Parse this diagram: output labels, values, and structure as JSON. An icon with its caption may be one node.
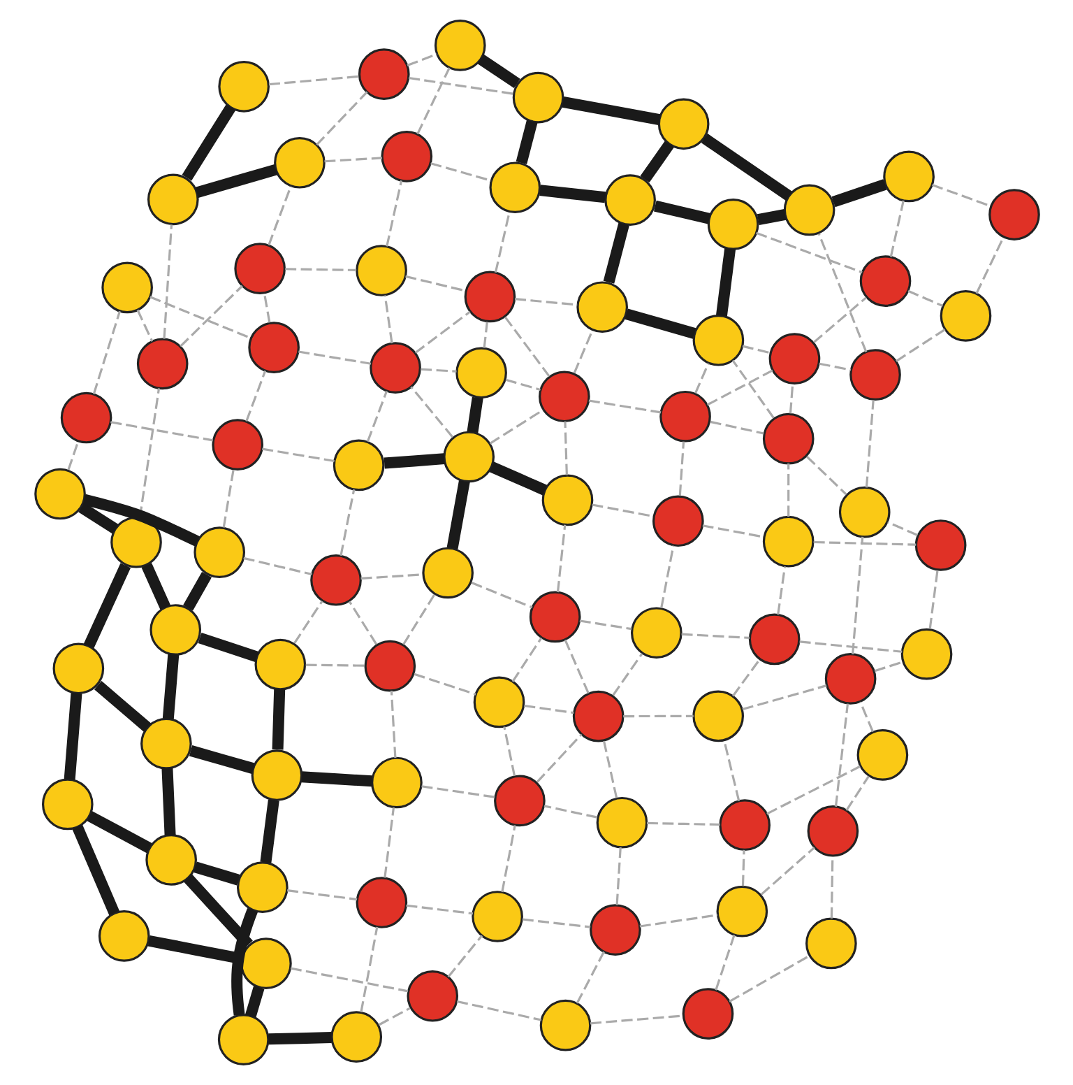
{
  "diagram": {
    "nodes": [
      {
        "text": [],
        "shape": "circle"
      },
      {
        "text": [],
        "shape": "circle"
      },
      {
        "text": [],
        "shape": "circle"
      },
      {
        "text": [],
        "shape": "circle"
      },
      {
        "text": [],
        "shape": "circle"
      },
      {
        "text": [],
        "shape": "circle"
      },
      {
        "text": [],
        "shape": "circle"
      },
      {
        "text": [],
        "shape": "circle"
      },
      {
        "text": [],
        "shape": "circle"
      },
      {
        "text": [],
        "shape": "circle"
      },
      {
        "text": [],
        "shape": "circle"
      },
      {
        "text": [],
        "shape": "circle"
      },
      {
        "text": [],
        "shape": "circle"
      },
      {
        "text": [],
        "shape": "circle"
      },
      {
        "text": [],
        "shape": "circle"
      },
      {
        "text": [],
        "shape": "circle"
      },
      {
        "text": [],
        "shape": "circle"
      },
      {
        "text": [],
        "shape": "circle"
      },
      {
        "text": [],
        "shape": "circle"
      },
      {
        "text": [],
        "shape": "circle"
      },
      {
        "text": [],
        "shape": "circle"
      },
      {
        "text": [],
        "shape": "circle"
      },
      {
        "text": [],
        "shape": "circle"
      },
      {
        "text": [],
        "shape": "circle"
      },
      {
        "text": [],
        "shape": "circle"
      },
      {
        "text": [],
        "shape": "circle"
      },
      {
        "text": [],
        "shape": "circle"
      },
      {
        "text": [],
        "shape": "circle"
      },
      {
        "text": [],
        "shape": "circle"
      },
      {
        "text": [],
        "shape": "circle"
      },
      {
        "text": [],
        "shape": "circle"
      },
      {
        "text": [],
        "shape": "circle"
      },
      {
        "text": [],
        "shape": "circle"
      },
      {
        "text": [],
        "shape": "circle"
      },
      {
        "text": [],
        "shape": "circle"
      },
      {
        "text": [],
        "shape": "circle"
      },
      {
        "text": [],
        "shape": "circle"
      },
      {
        "text": [],
        "shape": "circle"
      },
      {
        "text": [],
        "shape": "circle"
      },
      {
        "text": [],
        "shape": "circle"
      },
      {
        "text": [],
        "shape": "circle"
      },
      {
        "text": [],
        "shape": "circle"
      },
      {
        "text": [],
        "shape": "circle"
      },
      {
        "text": [],
        "shape": "circle"
      },
      {
        "text": [],
        "shape": "circle"
      },
      {
        "text": [],
        "shape": "circle"
      },
      {
        "text": [],
        "shape": "circle"
      },
      {
        "text": [],
        "shape": "circle"
      },
      {
        "text": [],
        "shape": "circle"
      },
      {
        "text": [],
        "shape": "circle"
      },
      {
        "text": [],
        "shape": "circle"
      },
      {
        "text": [],
        "shape": "circle"
      },
      {
        "text": [],
        "shape": "circle"
      },
      {
        "text": [],
        "shape": "circle"
      },
      {
        "text": [],
        "shape": "circle"
      },
      {
        "text": [],
        "shape": "circle"
      },
      {
        "text": [],
        "shape": "circle"
      },
      {
        "text": [],
        "shape": "circle"
      },
      {
        "text": [],
        "shape": "circle"
      },
      {
        "text": [],
        "shape": "circle"
      },
      {
        "text": [],
        "shape": "circle"
      },
      {
        "text": [],
        "shape": "circle"
      },
      {
        "text": [],
        "shape": "circle"
      },
      {
        "text": [],
        "shape": "circle"
      },
      {
        "text": [],
        "shape": "circle"
      },
      {
        "text": [],
        "shape": "circle"
      },
      {
        "text": [],
        "shape": "circle"
      },
      {
        "text": [],
        "shape": "circle"
      },
      {
        "text": [],
        "shape": "circle"
      },
      {
        "text": [],
        "shape": "circle"
      },
      {
        "text": [],
        "shape": "circle"
      },
      {
        "text": [],
        "shape": "circle"
      },
      {
        "text": [],
        "shape": "circle"
      },
      {
        "text": [],
        "shape": "circle"
      },
      {
        "text": [],
        "shape": "circle"
      },
      {
        "text": [],
        "shape": "circle"
      },
      {
        "text": [],
        "shape": "circle"
      },
      {
        "text": [],
        "shape": "circle"
      },
      {
        "text": [],
        "shape": "circle"
      },
      {
        "text": [],
        "shape": "circle"
      }
    ],
    "edges": [
      {
        "from": 0,
        "to": 1,
        "arrow": "none",
        "style": "thick",
        "color": "#1a1a1a"
      },
      {
        "from": 1,
        "to": 2,
        "arrow": "none",
        "style": "thick",
        "color": "#1a1a1a"
      },
      {
        "from": 2,
        "to": 3,
        "arrow": "none",
        "style": "thick",
        "color": "#1a1a1a"
      },
      {
        "from": 3,
        "to": 4,
        "arrow": "none",
        "style": "dashed"
      },
      {
        "from": 4,
        "to": 5,
        "arrow": "none",
        "style": "dashed"
      },
      {
        "from": 5,
        "to": 6,
        "arrow": "none",
        "style": "dashed"
      },
      {
        "from": 6,
        "to": 7,
        "arrow": "none",
        "style": "dashed"
      },
      {
        "from": 1,
        "to": 4,
        "arrow": "none",
        "style": "dashed"
      },
      {
        "from": 0,
        "to": 8,
        "arrow": "none",
        "style": "thick",
        "color": "#1a1a1a"
      },
      {
        "from": 1,
        "to": 9,
        "arrow": "none",
        "style": "thick",
        "color": "#1a1a1a"
      },
      {
        "from": 2,
        "to": 10,
        "arrow": "none",
        "style": "thick",
        "color": "#1a1a1a"
      },
      {
        "from": 3,
        "to": 11,
        "arrow": "none",
        "style": "dashed"
      },
      {
        "from": 4,
        "to": 12,
        "arrow": "none",
        "style": "dashed"
      },
      {
        "from": 5,
        "to": 13,
        "arrow": "none",
        "style": "dashed"
      },
      {
        "from": 6,
        "to": 14,
        "arrow": "none",
        "style": "dashed"
      },
      {
        "from": 7,
        "to": 15,
        "arrow": "none",
        "style": "dashed"
      },
      {
        "from": 8,
        "to": 9,
        "arrow": "none",
        "style": "thick",
        "color": "#1a1a1a"
      },
      {
        "from": 9,
        "to": 10,
        "arrow": "none",
        "style": "thick",
        "color": "#1a1a1a"
      },
      {
        "from": 10,
        "to": 11,
        "arrow": "none",
        "style": "dashed"
      },
      {
        "from": 11,
        "to": 12,
        "arrow": "none",
        "style": "dashed"
      },
      {
        "from": 12,
        "to": 13,
        "arrow": "none",
        "style": "dashed"
      },
      {
        "from": 13,
        "to": 14,
        "arrow": "none",
        "style": "dashed"
      },
      {
        "from": 14,
        "to": 15,
        "arrow": "none",
        "style": "dashed"
      },
      {
        "from": 13,
        "to": 16,
        "arrow": "none",
        "style": "dashed"
      },
      {
        "from": 14,
        "to": 17,
        "arrow": "none",
        "style": "dashed"
      },
      {
        "from": 15,
        "to": 18,
        "arrow": "none",
        "style": "dashed"
      },
      {
        "from": 15,
        "to": 31,
        "arrow": "none",
        "style": "dashed"
      },
      {
        "from": 16,
        "to": 17,
        "arrow": "none",
        "style": "dashed"
      },
      {
        "from": 17,
        "to": 18,
        "arrow": "none",
        "style": "dashed"
      },
      {
        "from": 16,
        "to": 23,
        "arrow": "none",
        "style": "dashed"
      },
      {
        "from": 8,
        "to": 19,
        "arrow": "none",
        "style": "thick",
        "color": "#1a1a1a"
      },
      {
        "from": 9,
        "to": 20,
        "arrow": "none",
        "style": "thick",
        "color": "#1a1a1a"
      },
      {
        "from": 10,
        "to": 21,
        "arrow": "none",
        "style": "thick",
        "color": "#1a1a1a"
      },
      {
        "from": 11,
        "to": 22,
        "arrow": "none",
        "style": "dashed"
      },
      {
        "from": 12,
        "to": 23,
        "arrow": "none",
        "style": "dashed"
      },
      {
        "from": 19,
        "to": 20,
        "arrow": "none",
        "style": "thick",
        "color": "#1a1a1a"
      },
      {
        "from": 20,
        "to": 21,
        "arrow": "none",
        "style": "thick",
        "color": "#1a1a1a"
      },
      {
        "from": 21,
        "to": 22,
        "arrow": "none",
        "style": "thick",
        "color": "#1a1a1a"
      },
      {
        "from": 22,
        "to": 23,
        "arrow": "none",
        "style": "dashed"
      },
      {
        "from": 19,
        "to": 24,
        "arrow": "none",
        "style": "thick",
        "color": "#1a1a1a"
      },
      {
        "from": 20,
        "to": 25,
        "arrow": "none",
        "style": "thick",
        "color": "#1a1a1a"
      },
      {
        "from": 21,
        "to": 26,
        "arrow": "none",
        "style": "thick",
        "color": "#1a1a1a"
      },
      {
        "from": 22,
        "to": 27,
        "arrow": "none",
        "style": "dashed"
      },
      {
        "from": 23,
        "to": 28,
        "arrow": "none",
        "style": "dashed"
      },
      {
        "from": 23,
        "to": 29,
        "arrow": "none",
        "style": "dashed"
      },
      {
        "from": 16,
        "to": 29,
        "arrow": "none",
        "style": "dashed"
      },
      {
        "from": 17,
        "to": 30,
        "arrow": "none",
        "style": "dashed"
      },
      {
        "from": 18,
        "to": 31,
        "arrow": "none",
        "style": "dashed"
      },
      {
        "from": 24,
        "to": 25,
        "arrow": "none",
        "style": "thick",
        "color": "#1a1a1a"
      },
      {
        "from": 25,
        "to": 26,
        "arrow": "none",
        "style": "thick",
        "color": "#1a1a1a"
      },
      {
        "from": 26,
        "to": 27,
        "arrow": "none",
        "style": "dashed"
      },
      {
        "from": 27,
        "to": 28,
        "arrow": "none",
        "style": "dashed"
      },
      {
        "from": 28,
        "to": 29,
        "arrow": "none",
        "style": "dashed"
      },
      {
        "from": 29,
        "to": 30,
        "arrow": "none",
        "style": "dashed"
      },
      {
        "from": 30,
        "to": 31,
        "arrow": "none",
        "style": "dashed"
      },
      {
        "from": 24,
        "to": 56,
        "arrow": "none",
        "style": "dashed"
      },
      {
        "from": 31,
        "to": 55,
        "arrow": "none",
        "style": "dashed"
      },
      {
        "from": 24,
        "to": 32,
        "arrow": "none",
        "style": "thick",
        "color": "#1a1a1a"
      },
      {
        "from": 25,
        "to": 33,
        "arrow": "none",
        "style": "thick",
        "color": "#1a1a1a"
      },
      {
        "from": 26,
        "to": 34,
        "arrow": "none",
        "style": "dashed"
      },
      {
        "from": 27,
        "to": 34,
        "arrow": "none",
        "style": "dashed"
      },
      {
        "from": 27,
        "to": 35,
        "arrow": "none",
        "style": "dashed"
      },
      {
        "from": 28,
        "to": 36,
        "arrow": "none",
        "style": "dashed"
      },
      {
        "from": 29,
        "to": 36,
        "arrow": "none",
        "style": "dashed"
      },
      {
        "from": 29,
        "to": 37,
        "arrow": "none",
        "style": "dashed"
      },
      {
        "from": 30,
        "to": 38,
        "arrow": "none",
        "style": "dashed"
      },
      {
        "from": 31,
        "to": 39,
        "arrow": "none",
        "style": "dashed"
      },
      {
        "from": 32,
        "to": 33,
        "arrow": "none",
        "style": "thick",
        "color": "#1a1a1a"
      },
      {
        "from": 33,
        "to": 34,
        "arrow": "none",
        "style": "dashed"
      },
      {
        "from": 34,
        "to": 35,
        "arrow": "none",
        "style": "dashed"
      },
      {
        "from": 35,
        "to": 36,
        "arrow": "none",
        "style": "dashed"
      },
      {
        "from": 36,
        "to": 37,
        "arrow": "none",
        "style": "dashed"
      },
      {
        "from": 37,
        "to": 38,
        "arrow": "none",
        "style": "dashed"
      },
      {
        "from": 38,
        "to": 39,
        "arrow": "none",
        "style": "dashed"
      },
      {
        "from": 32,
        "to": 40,
        "arrow": "none",
        "style": "dashed"
      },
      {
        "from": 33,
        "to": 41,
        "arrow": "none",
        "style": "dashed"
      },
      {
        "from": 34,
        "to": 42,
        "arrow": "none",
        "style": "dashed"
      },
      {
        "from": 35,
        "to": 43,
        "arrow": "none",
        "style": "thick",
        "color": "#1a1a1a"
      },
      {
        "from": 36,
        "to": 44,
        "arrow": "none",
        "style": "dashed"
      },
      {
        "from": 37,
        "to": 45,
        "arrow": "none",
        "style": "dashed"
      },
      {
        "from": 38,
        "to": 46,
        "arrow": "none",
        "style": "dashed"
      },
      {
        "from": 39,
        "to": 47,
        "arrow": "none",
        "style": "dashed"
      },
      {
        "from": 40,
        "to": 41,
        "arrow": "none",
        "style": "dashed"
      },
      {
        "from": 41,
        "to": 42,
        "arrow": "none",
        "style": "dashed"
      },
      {
        "from": 42,
        "to": 43,
        "arrow": "none",
        "style": "thick",
        "color": "#1a1a1a"
      },
      {
        "from": 43,
        "to": 44,
        "arrow": "none",
        "style": "thick",
        "color": "#1a1a1a"
      },
      {
        "from": 44,
        "to": 45,
        "arrow": "none",
        "style": "dashed"
      },
      {
        "from": 45,
        "to": 46,
        "arrow": "none",
        "style": "dashed"
      },
      {
        "from": 46,
        "to": 47,
        "arrow": "none",
        "style": "dashed"
      },
      {
        "from": 40,
        "to": 48,
        "arrow": "none",
        "style": "dashed"
      },
      {
        "from": 41,
        "to": 49,
        "arrow": "none",
        "style": "dashed"
      },
      {
        "from": 42,
        "to": 50,
        "arrow": "none",
        "style": "dashed"
      },
      {
        "from": 43,
        "to": 50,
        "arrow": "none",
        "style": "dashed"
      },
      {
        "from": 43,
        "to": 51,
        "arrow": "none",
        "style": "thick",
        "color": "#1a1a1a"
      },
      {
        "from": 43,
        "to": 52,
        "arrow": "none",
        "style": "dashed"
      },
      {
        "from": 44,
        "to": 52,
        "arrow": "none",
        "style": "dashed"
      },
      {
        "from": 45,
        "to": 53,
        "arrow": "none",
        "style": "dashed"
      },
      {
        "from": 46,
        "to": 54,
        "arrow": "none",
        "style": "dashed"
      },
      {
        "from": 47,
        "to": 55,
        "arrow": "none",
        "style": "dashed"
      },
      {
        "from": 48,
        "to": 49,
        "arrow": "none",
        "style": "dashed"
      },
      {
        "from": 49,
        "to": 50,
        "arrow": "none",
        "style": "dashed"
      },
      {
        "from": 50,
        "to": 51,
        "arrow": "none",
        "style": "dashed"
      },
      {
        "from": 51,
        "to": 52,
        "arrow": "none",
        "style": "dashed"
      },
      {
        "from": 52,
        "to": 53,
        "arrow": "none",
        "style": "dashed"
      },
      {
        "from": 53,
        "to": 54,
        "arrow": "none",
        "style": "dashed"
      },
      {
        "from": 54,
        "to": 55,
        "arrow": "none",
        "style": "dashed"
      },
      {
        "from": 48,
        "to": 56,
        "arrow": "none",
        "style": "dashed"
      },
      {
        "from": 49,
        "to": 57,
        "arrow": "none",
        "style": "dashed"
      },
      {
        "from": 50,
        "to": 58,
        "arrow": "none",
        "style": "dashed"
      },
      {
        "from": 50,
        "to": 59,
        "arrow": "none",
        "style": "dashed"
      },
      {
        "from": 51,
        "to": 59,
        "arrow": "none",
        "style": "dashed"
      },
      {
        "from": 52,
        "to": 59,
        "arrow": "none",
        "style": "dashed"
      },
      {
        "from": 52,
        "to": 60,
        "arrow": "none",
        "style": "dashed"
      },
      {
        "from": 53,
        "to": 61,
        "arrow": "none",
        "style": "dashed"
      },
      {
        "from": 54,
        "to": 61,
        "arrow": "none",
        "style": "dashed"
      },
      {
        "from": 53,
        "to": 62,
        "arrow": "none",
        "style": "dashed"
      },
      {
        "from": 54,
        "to": 62,
        "arrow": "none",
        "style": "dashed"
      },
      {
        "from": 55,
        "to": 63,
        "arrow": "none",
        "style": "dashed"
      },
      {
        "from": 56,
        "to": 57,
        "arrow": "none",
        "style": "dashed"
      },
      {
        "from": 57,
        "to": 58,
        "arrow": "none",
        "style": "dashed"
      },
      {
        "from": 58,
        "to": 59,
        "arrow": "none",
        "style": "dashed"
      },
      {
        "from": 59,
        "to": 60,
        "arrow": "none",
        "style": "dashed"
      },
      {
        "from": 60,
        "to": 61,
        "arrow": "none",
        "style": "thick",
        "color": "#1a1a1a"
      },
      {
        "from": 61,
        "to": 62,
        "arrow": "none",
        "style": "dashed"
      },
      {
        "from": 62,
        "to": 63,
        "arrow": "none",
        "style": "dashed"
      },
      {
        "from": 56,
        "to": 64,
        "arrow": "none",
        "style": "dashed"
      },
      {
        "from": 57,
        "to": 65,
        "arrow": "none",
        "style": "dashed"
      },
      {
        "from": 58,
        "to": 66,
        "arrow": "none",
        "style": "dashed"
      },
      {
        "from": 59,
        "to": 67,
        "arrow": "none",
        "style": "dashed"
      },
      {
        "from": 60,
        "to": 68,
        "arrow": "none",
        "style": "thick",
        "color": "#1a1a1a"
      },
      {
        "from": 61,
        "to": 69,
        "arrow": "none",
        "style": "thick",
        "color": "#1a1a1a"
      },
      {
        "from": 62,
        "to": 70,
        "arrow": "none",
        "style": "dashed"
      },
      {
        "from": 63,
        "to": 71,
        "arrow": "none",
        "style": "dashed"
      },
      {
        "from": 63,
        "to": 77,
        "arrow": "none",
        "style": "dashed"
      },
      {
        "from": 64,
        "to": 65,
        "arrow": "none",
        "style": "thick",
        "color": "#1a1a1a"
      },
      {
        "from": 65,
        "to": 66,
        "arrow": "none",
        "style": "dashed"
      },
      {
        "from": 66,
        "to": 67,
        "arrow": "none",
        "style": "dashed"
      },
      {
        "from": 67,
        "to": 68,
        "arrow": "none",
        "style": "thick",
        "color": "#1a1a1a"
      },
      {
        "from": 68,
        "to": 69,
        "arrow": "none",
        "style": "thick",
        "color": "#1a1a1a"
      },
      {
        "from": 69,
        "to": 70,
        "arrow": "none",
        "style": "dashed"
      },
      {
        "from": 70,
        "to": 71,
        "arrow": "none",
        "style": "dashed"
      },
      {
        "from": 64,
        "to": 72,
        "arrow": "none",
        "style": "thick",
        "color": "#1a1a1a"
      },
      {
        "from": 65,
        "to": 73,
        "arrow": "none",
        "style": "dashed"
      },
      {
        "from": 66,
        "to": 74,
        "arrow": "none",
        "style": "dashed"
      },
      {
        "from": 72,
        "to": 73,
        "arrow": "none",
        "style": "dashed"
      },
      {
        "from": 73,
        "to": 74,
        "arrow": "none",
        "style": "dashed"
      },
      {
        "from": 73,
        "to": 75,
        "arrow": "none",
        "style": "dashed"
      },
      {
        "from": 74,
        "to": 75,
        "arrow": "none",
        "style": "thick",
        "color": "#1a1a1a"
      },
      {
        "from": 67,
        "to": 75,
        "arrow": "none",
        "style": "thick",
        "color": "#1a1a1a"
      },
      {
        "from": 68,
        "to": 76,
        "arrow": "none",
        "style": "thick",
        "color": "#1a1a1a"
      },
      {
        "from": 69,
        "to": 77,
        "arrow": "none",
        "style": "thick",
        "color": "#1a1a1a"
      },
      {
        "from": 75,
        "to": 76,
        "arrow": "none",
        "style": "thick",
        "color": "#1a1a1a"
      },
      {
        "from": 76,
        "to": 77,
        "arrow": "none",
        "style": "thick",
        "color": "#1a1a1a"
      },
      {
        "from": 77,
        "to": 78,
        "arrow": "none",
        "style": "thick",
        "color": "#1a1a1a"
      },
      {
        "from": 70,
        "to": 78,
        "arrow": "none",
        "style": "dashed"
      },
      {
        "from": 71,
        "to": 79,
        "arrow": "none",
        "style": "dashed"
      },
      {
        "from": 78,
        "to": 79,
        "arrow": "none",
        "style": "dashed"
      }
    ]
  }
}
